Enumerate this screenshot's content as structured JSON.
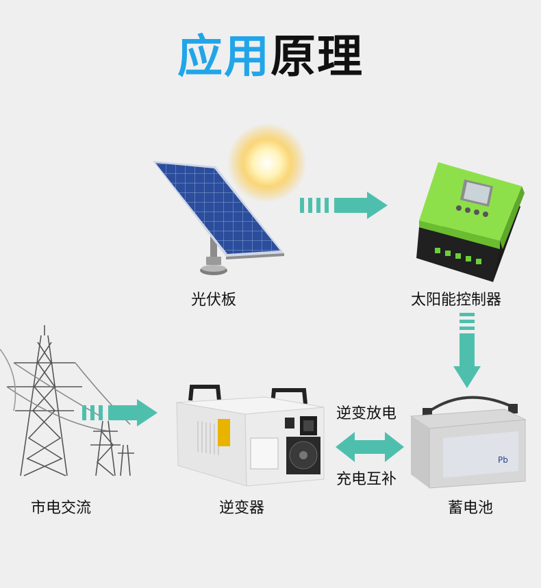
{
  "title": {
    "part1": "应用",
    "part2": "原理"
  },
  "colors": {
    "title_blue": "#21a5e8",
    "arrow_teal": "#4fbfad",
    "controller_green": "#8ee04a",
    "background": "#efefef"
  },
  "nodes": {
    "solar_panel": "光伏板",
    "controller": "太阳能控制器",
    "grid": "市电交流",
    "inverter": "逆变器",
    "battery": "蓄电池"
  },
  "flows": {
    "discharge": "逆变放电",
    "charge": "充电互补"
  },
  "marks": {
    "battery_logo": "Pb"
  }
}
